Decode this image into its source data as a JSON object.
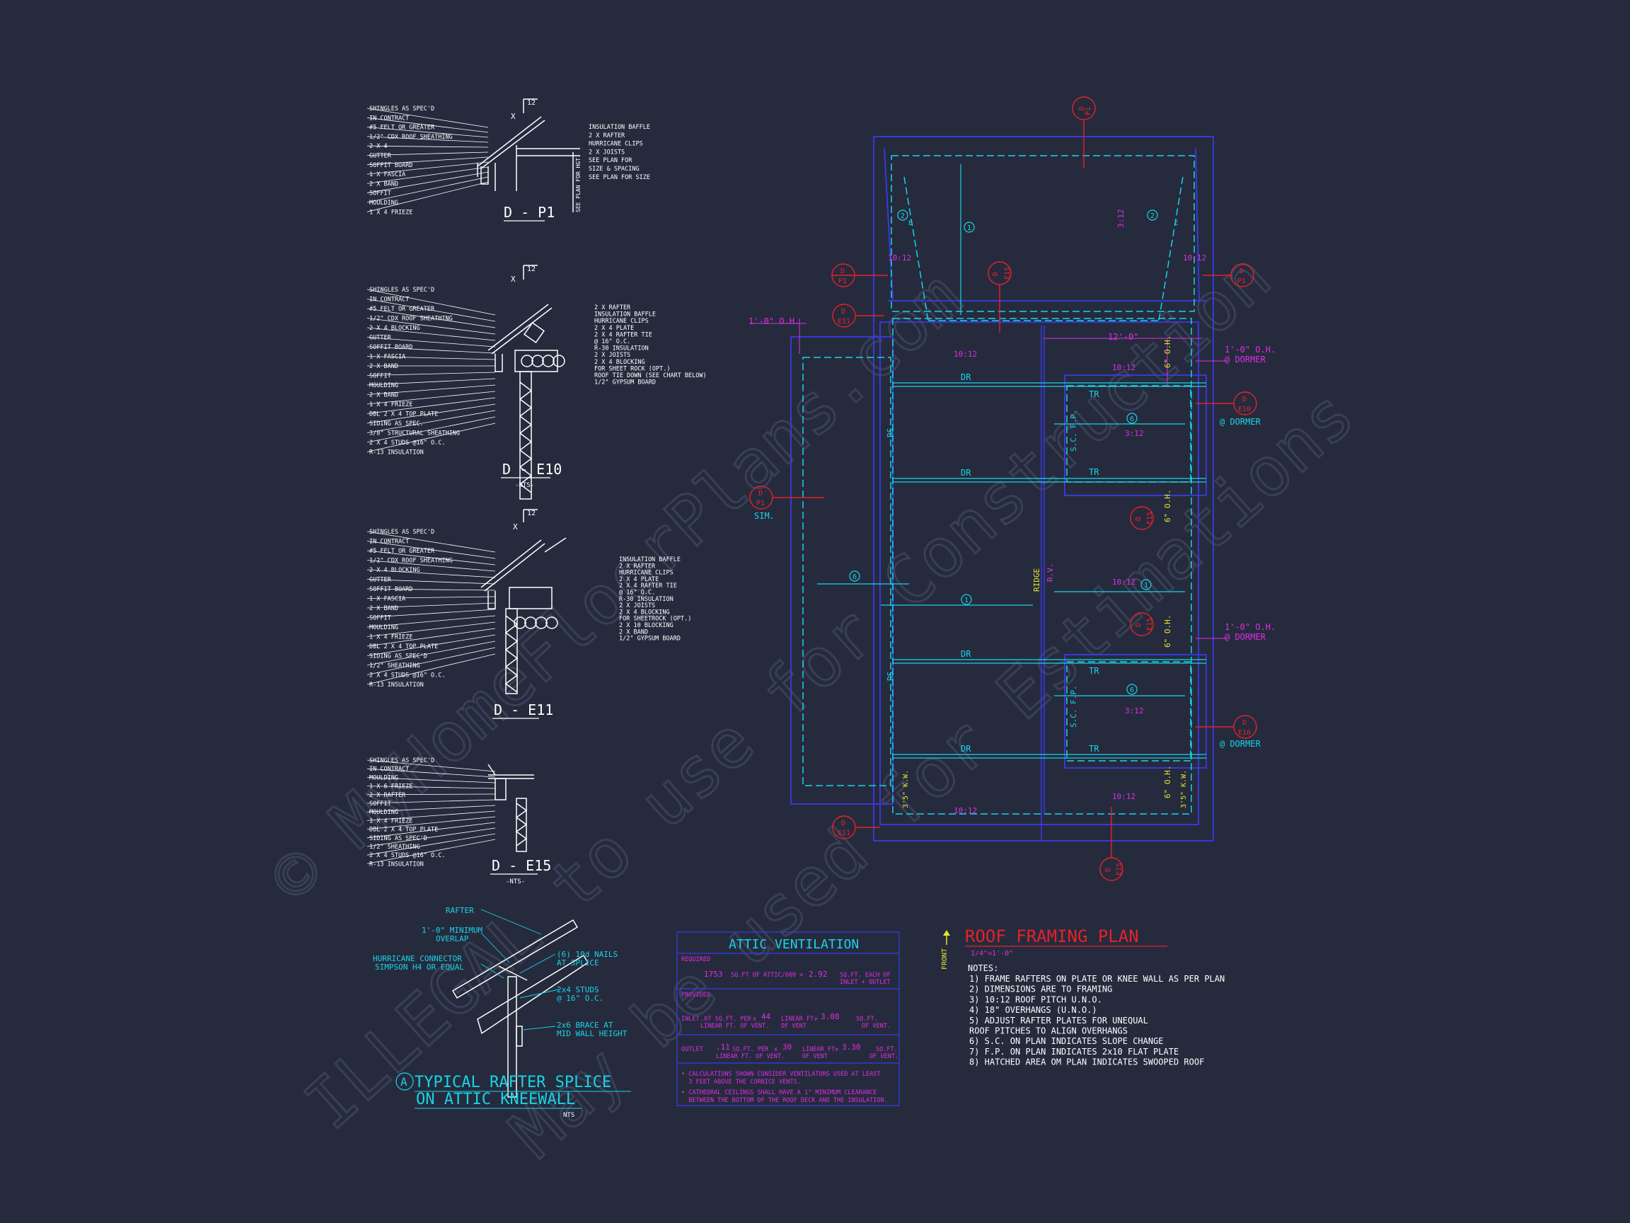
{
  "colors": {
    "background": "#252b3d",
    "white": "#ffffff",
    "cyan": "#19d3e6",
    "magenta": "#e02ce3",
    "red": "#e8202a",
    "yellow": "#e6e629",
    "blue": "#3a3ae6",
    "watermark": "#4a5068"
  },
  "watermark": {
    "line1": "© MyHomeFloorPlans.com",
    "line2": "ILLEGAL to use for Construction",
    "line3": "May be used for Estimations"
  },
  "detail_p1": {
    "pitch": "12",
    "pitch_x": "X",
    "left_labels": [
      "SHINGLES AS SPEC'D",
      "IN CONTRACT",
      "#5 FELT OR GREATER",
      "1/2\" CDX ROOF SHEATHING",
      "2 X 4",
      "GUTTER",
      "SOFFIT BOARD",
      "1 X  FASCIA",
      "2 X  BAND",
      "SOFFIT",
      "MOULDING",
      "1 X 4 FRIEZE"
    ],
    "right_labels": [
      "INSULATION BAFFLE",
      "2 X  RAFTER",
      "HURRICANE CLIPS",
      "2 X  JOISTS",
      "SEE PLAN FOR",
      "SIZE & SPACING",
      "SEE PLAN FOR SIZE"
    ],
    "vertical_note": "SEE PLAN FOR HGT.",
    "title": "D - P1"
  },
  "detail_e10": {
    "pitch": "12",
    "pitch_x": "X",
    "left_labels": [
      "SHINGLES AS SPEC'D",
      "IN CONTRACT",
      "#5 FELT OR GREATER",
      "1/2\" CDX ROOF SHEATHING",
      "2 X 4 BLOCKING",
      "GUTTER",
      "SOFFIT BOARD",
      "1 X  FASCIA",
      "2 X  BAND",
      "SOFFIT",
      "MOULDING",
      "2 X  BAND",
      "1 X 4 FRIEZE",
      "DBL 2 X 4 TOP PLATE",
      "SIDING AS SPEC.",
      "3/8\" STRUCTURAL SHEATHING",
      "2 X 4 STUDS @16\" O.C.",
      "R-13 INSULATION"
    ],
    "right_labels": [
      "2 X  RAFTER",
      "INSULATION BAFFLE",
      "HURRICANE CLIPS",
      "2 X 4 PLATE",
      "2 X 4 RAFTER TIE",
      "@ 16\" O.C.",
      "R-30 INSULATION",
      "2 X  JOISTS",
      "2 X 4 BLOCKING",
      "FOR SHEET ROCK (OPT.)",
      "ROOF TIE DOWN (SEE CHART BELOW)",
      "1/2\" GYPSUM BOARD"
    ],
    "title": "D - E10",
    "subtitle": "-NTS-"
  },
  "detail_e11": {
    "pitch": "12",
    "pitch_x": "X",
    "left_labels": [
      "SHINGLES AS SPEC'D",
      "IN CONTRACT",
      "#5 FELT OR GREATER",
      "1/2\" CDX ROOF SHEATHING",
      "2 X 4 BLOCKING",
      "GUTTER",
      "SOFFIT BOARD",
      "1 X  FASCIA",
      "2 X  BAND",
      "SOFFIT",
      "MOULDING",
      "1 X 4 FRIEZE",
      "DBL 2 X 4 TOP PLATE",
      "SIDING AS SPEC'D",
      "1/2\" SHEATHING",
      "2 X 4 STUDS @16\" O.C.",
      "R-13 INSULATION"
    ],
    "right_labels": [
      "INSULATION BAFFLE",
      "2 X  RAFTER",
      "HURRICANE CLIPS",
      "2 X 4 PLATE",
      "2 X 4 RAFTER TIE",
      "@ 16\" O.C.",
      "R-30 INSULATION",
      "2 X  JOISTS",
      "2 X 4 BLOCKING",
      "FOR SHEETROCK (OPT.)",
      "2 X 10 BLOCKING",
      "2 X  BAND",
      "1/2\" GYPSUM BOARD"
    ],
    "title": "D - E11"
  },
  "detail_e15": {
    "left_labels": [
      "SHINGLES AS SPEC'D",
      "IN CONTRACT",
      "MOULDING",
      "1 X 6 FRIEZE",
      "2 X  RAFTER",
      "SOFFIT",
      "MOULDING",
      "1 X 4 FRIEZE",
      "DBL 2 X 4 TOP PLATE",
      "SIDING AS SPEC'D",
      "1/2\" SHEATHING",
      "2 X 4 STUDS @16\" O.C.",
      "R-13 INSULATION"
    ],
    "title": "D - E15",
    "subtitle": "-NTS-"
  },
  "splice": {
    "rafter": "RAFTER",
    "overlap": [
      "1'-0\" MINIMUM",
      "OVERLAP"
    ],
    "connector": [
      "HURRICANE CONNECTOR",
      "SIMPSON H4 OR EQUAL"
    ],
    "nails": [
      "(6) 10d NAILS",
      "AT SPLICE"
    ],
    "studs": [
      "2x4 STUDS",
      "@ 16\" O.C."
    ],
    "brace": [
      "2x6 BRACE AT",
      "MID WALL HEIGHT"
    ],
    "tag": "A",
    "title1": "TYPICAL RAFTER SPLICE",
    "title2": "ON ATTIC KNEEWALL",
    "subtitle": "NTS"
  },
  "attic": {
    "title": "ATTIC VENTILATION",
    "required_label": "REQUIRED",
    "req_area": "1753",
    "req_text": "SQ.FT OF ATTIC/600 =",
    "req_value": "2.92",
    "req_unit": [
      "SQ.FT. EACH OF",
      "INLET + OUTLET"
    ],
    "provided_label": "PROVIDED",
    "inlet_label": "INLET",
    "inlet_text": [
      ".07 SQ.FT. PER",
      "LINEAR FT. OF VENT."
    ],
    "inlet_x": "x",
    "inlet_len": "44",
    "inlet_len_unit": [
      "LINEAR FT.",
      "OF VENT"
    ],
    "inlet_eq": "=",
    "inlet_total": "3.08",
    "inlet_total_unit": [
      "SQ.FT.",
      "OF VENT."
    ],
    "outlet_label": "OUTLET",
    "outlet_rate": ".11",
    "outlet_text": [
      "SQ.FT. PER",
      "LINEAR FT. OF VENT."
    ],
    "outlet_x": "x",
    "outlet_len": "30",
    "outlet_len_unit": [
      "LINEAR FT.",
      "OF VENT"
    ],
    "outlet_eq": "=",
    "outlet_total": "3.30",
    "outlet_total_unit": [
      "SQ.FT.",
      "OF VENT."
    ],
    "notes": [
      "• CALCULATIONS SHOWN CONSIDER VENTILATORS USED AT LEAST",
      "  3 FEET ABOVE THE CORNICE VENTS.",
      "• CATHEDRAL CEILINGS SHALL HAVE A 1\" MINIMUM CLEARANCE",
      "  BETWEEN THE BOTTOM OF THE ROOF DECK AND THE INSULATION."
    ]
  },
  "roof_plan": {
    "front": "FRONT",
    "title": "ROOF FRAMING PLAN",
    "scale": "1/4\"=1'-0\"",
    "notes_header": "NOTES:",
    "notes": [
      "1)  FRAME RAFTERS ON PLATE OR KNEE WALL AS PER PLAN",
      "2)  DIMENSIONS ARE TO FRAMING",
      "3)  10:12 ROOF PITCH U.N.O.",
      "4)  18\" OVERHANGS (U.N.O.)",
      "5)  ADJUST RAFTER PLATES FOR UNEQUAL",
      "    ROOF PITCHES TO ALIGN OVERHANGS",
      "6)  S.C. ON PLAN INDICATES SLOPE CHANGE",
      "7)  F.P. ON PLAN INDICATES 2x10 FLAT PLATE",
      "8)  HATCHED AREA OM PLAN INDICATES SWOOPED ROOF"
    ]
  },
  "plan_labels": {
    "overhang_left": "1'-0\" O.H.",
    "overhang_top": "12'-0\"",
    "dormer_oh1": [
      "1'-0\" O.H.",
      "@ DORMER"
    ],
    "dormer_oh2": [
      "1'-0\" O.H.",
      "@ DORMER"
    ],
    "dormer1": "@ DORMER",
    "dormer2": "@ DORMER",
    "sim": "SIM.",
    "dr": "DR",
    "tr": "TR",
    "rs": "RS",
    "ridge": "RIDGE",
    "rv": "R.V.",
    "sc_fp": "S.C. F.P.",
    "kw": "3'5\" K.W.",
    "oh6": "6\" O.H.",
    "p1012": "10:12",
    "p312": "3:12",
    "m1": "1",
    "m2": "2",
    "m6": "6",
    "e": "E",
    "callouts": {
      "d": "D",
      "p1": "P1",
      "e10": "E10",
      "e11": "E11",
      "e15": "E15"
    }
  }
}
